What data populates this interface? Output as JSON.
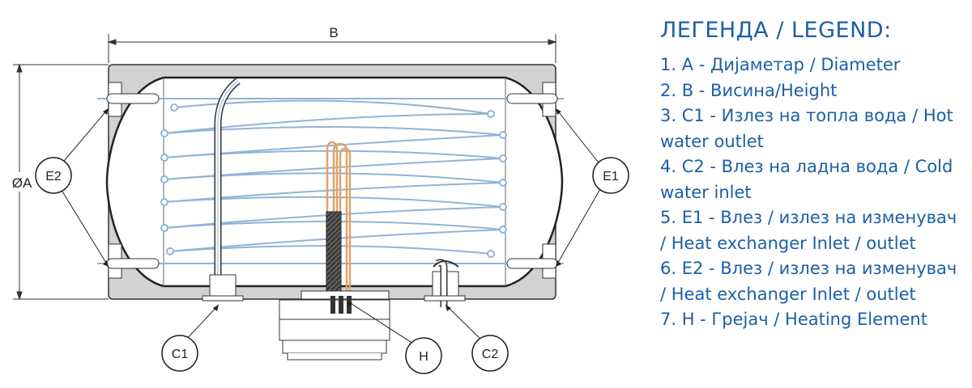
{
  "diagram": {
    "dimension_labels": {
      "width": "B",
      "diameter": "ØA"
    },
    "callouts": {
      "e1": "E1",
      "e2": "E2",
      "c1": "C1",
      "c2": "C2",
      "h": "H"
    }
  },
  "legend": {
    "title": "ЛЕГЕНДА / LEGEND:",
    "items": [
      "1. A - Дијаметар / Diameter",
      "2. B - Висина/Height",
      "3. C1 - Излез на топла  вода / Hot water outlet",
      "4. C2 - Влез на ладна вода / Cold water inlet",
      "5. E1 - Влез / излез на изменувач / Heat exchanger Inlet / outlet",
      "6. E2 - Влез / излез на изменувач / Heat exchanger Inlet / outlet",
      "7. H - Грејач / Heating Element"
    ]
  },
  "colors": {
    "legend_text": "#1c5fa6",
    "coil": "#8fb4d8",
    "element": "#e0a36a",
    "shell": "#d2d2d2"
  }
}
